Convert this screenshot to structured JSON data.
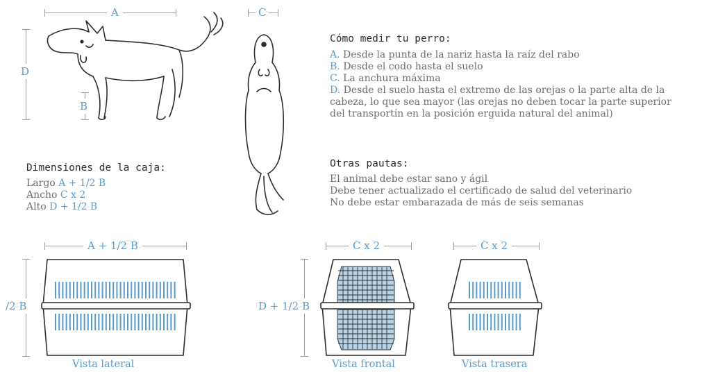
{
  "dims": {
    "a": "A",
    "b": "B",
    "c": "C",
    "d": "D",
    "side_width": "A + 1/2 B",
    "side_height": "/2 B",
    "front_width": "C x 2",
    "front_height": "D + 1/2 B",
    "rear_width": "C x 2"
  },
  "measure": {
    "title": "Cómo medir tu perro:",
    "items": [
      {
        "key": "A.",
        "text": " Desde la punta de la nariz hasta la raíz del rabo"
      },
      {
        "key": "B.",
        "text": " Desde el codo hasta el suelo"
      },
      {
        "key": "C.",
        "text": " La anchura máxima"
      },
      {
        "key": "D.",
        "text": " Desde el suelo hasta el extremo de las orejas o la parte alta de la"
      }
    ],
    "d_continuation": [
      "cabeza, lo que sea mayor (las orejas no deben tocar la parte superior",
      "del transportín en la posición erguida natural del animal)"
    ]
  },
  "guidelines": {
    "title": "Otras pautas:",
    "items": [
      "El animal debe estar sano y ágil",
      "Debe tener actualizado el  certificado de salud del veterinario",
      "No debe estar embarazada de más de seis semanas"
    ]
  },
  "box": {
    "title": "Dimensiones de la caja:",
    "rows": [
      {
        "label": "Largo ",
        "value": "A + 1/2 B"
      },
      {
        "label": "Ancho ",
        "value": "C x 2"
      },
      {
        "label": "Alto ",
        "value": "D + 1/2 B"
      }
    ]
  },
  "views": {
    "side": "Vista lateral",
    "front": "Vista frontal",
    "rear": "Vista trasera"
  },
  "colors": {
    "accent": "#5a9bc9",
    "text": "#6e6e6e",
    "heading": "#2d2d2d",
    "line": "#9a9a9a"
  }
}
